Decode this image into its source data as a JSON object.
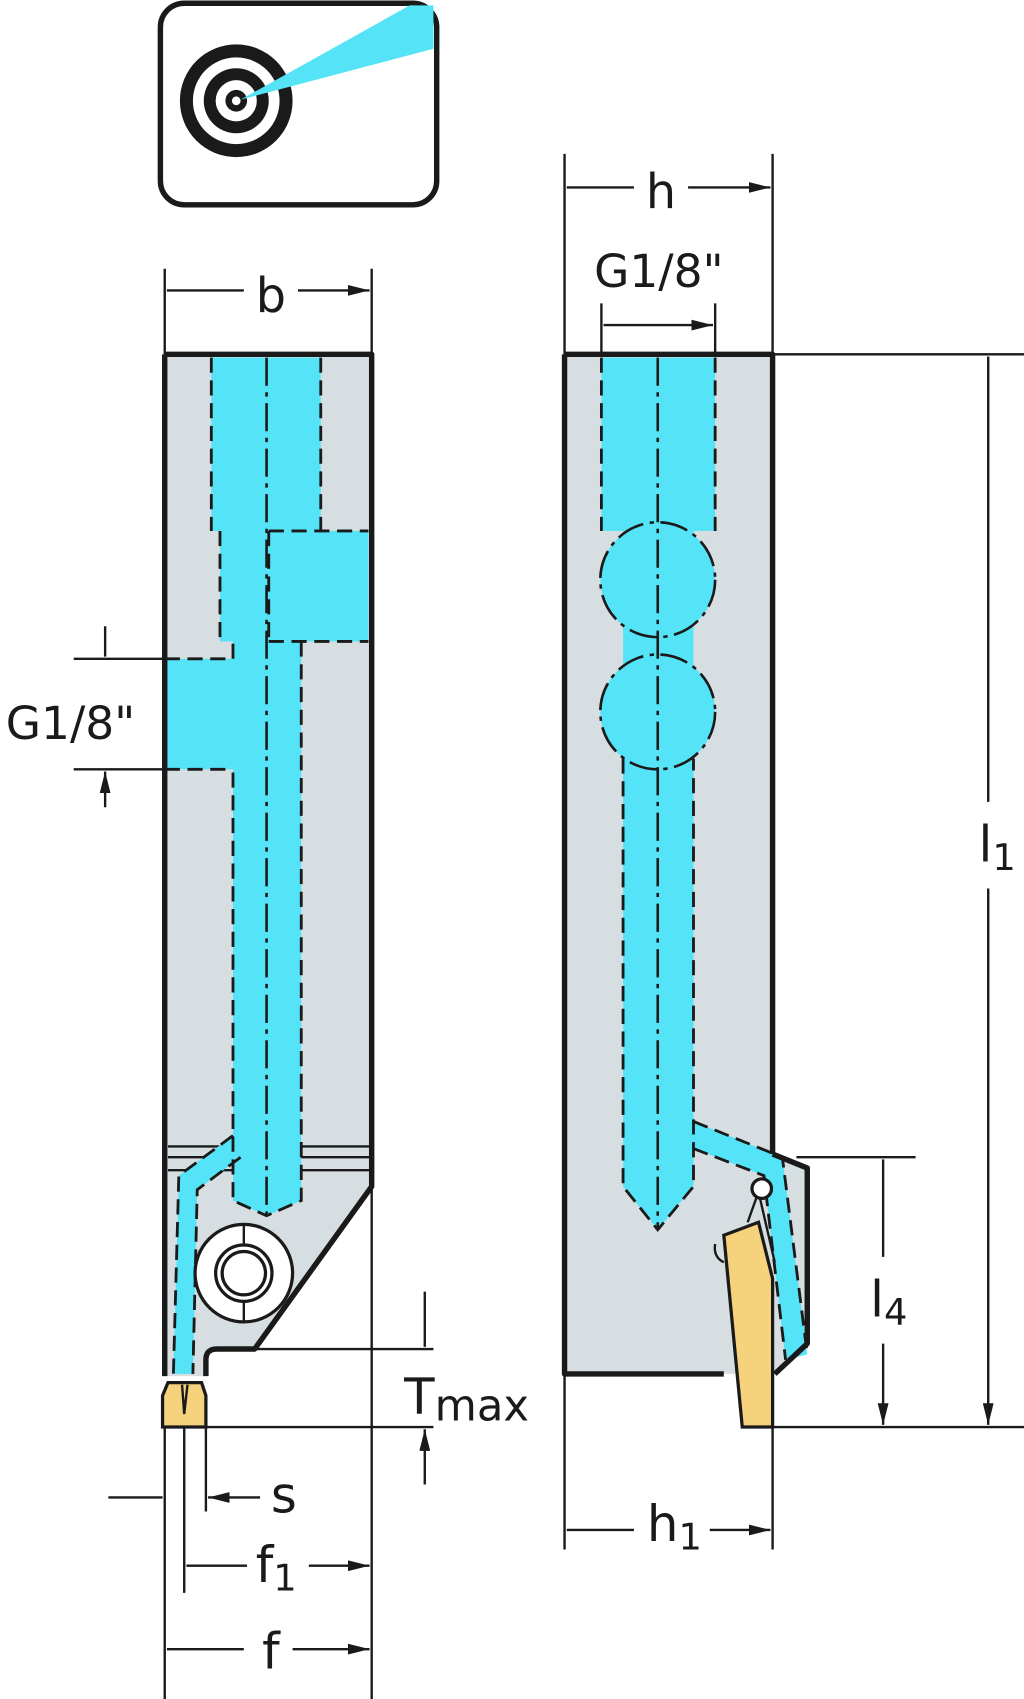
{
  "title": "Grooving tool holder with internal coolant - dimension drawing",
  "colors": {
    "body": "#d7dee1",
    "coolant": "#55e4f7",
    "insert": "#f6d27c",
    "line": "#1a1a1a"
  },
  "icon": "precision-coolant-target-icon",
  "labels": {
    "b": "b",
    "h": "h",
    "g_top": "G1/8\"",
    "g_side": "G1/8\"",
    "l1": "l",
    "l1_sub": "1",
    "l4": "l",
    "l4_sub": "4",
    "tmax": "T",
    "tmax_sub": "max",
    "s": "s",
    "f1": "f",
    "f1_sub": "1",
    "f": "f",
    "h1": "h",
    "h1_sub": "1"
  }
}
